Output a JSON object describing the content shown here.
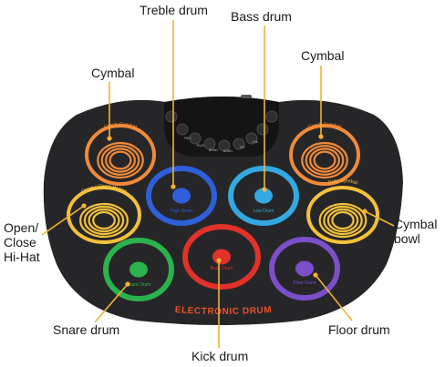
{
  "product": {
    "brand_text": "ELECTRONIC DRUM",
    "brand_color": "#e8512f",
    "body_color": "#262628",
    "panel_color": "#141414"
  },
  "pads": [
    {
      "id": "crash-cymbal",
      "label": "Crash Cymbal",
      "color": "#f08a3b",
      "kind": "cymbal"
    },
    {
      "id": "hi-hat",
      "label": "Open / Close Hi-Hat",
      "color": "#f3c13b",
      "kind": "cymbal"
    },
    {
      "id": "high-drum",
      "label": "High Drum",
      "color": "#2f5fd8",
      "kind": "drum"
    },
    {
      "id": "low-drum",
      "label": "Low Drum",
      "color": "#34a8e0",
      "kind": "drum"
    },
    {
      "id": "crash-cymbal-right",
      "label": "Crash Cymbal",
      "color": "#f08a3b",
      "kind": "cymbal"
    },
    {
      "id": "ride-cymbal",
      "label": "Ride Cymbal",
      "color": "#f3c13b",
      "kind": "cymbal"
    },
    {
      "id": "snare-drum",
      "label": "Snare Drum",
      "color": "#2bb24c",
      "kind": "drum"
    },
    {
      "id": "bass-drum",
      "label": "Bass Drum",
      "color": "#e0312b",
      "kind": "drum"
    },
    {
      "id": "floor-drum",
      "label": "Floor Drum",
      "color": "#7a4fc9",
      "kind": "drum"
    }
  ],
  "control_buttons": [
    "REC",
    "PLAY",
    "DEMO",
    "SONG",
    "KIT",
    "VOL"
  ],
  "callouts": {
    "treble_drum": "Treble drum",
    "bass_drum": "Bass drum",
    "cymbal_left": "Cymbal",
    "cymbal_right": "Cymbal",
    "hi_hat": "Open/\nClose\nHi-Hat",
    "cymbal_bowl": "Cymbal\nbowl",
    "snare_drum": "Snare drum",
    "kick_drum": "Kick drum",
    "floor_drum": "Floor drum"
  },
  "leader_color": "#f2b233"
}
